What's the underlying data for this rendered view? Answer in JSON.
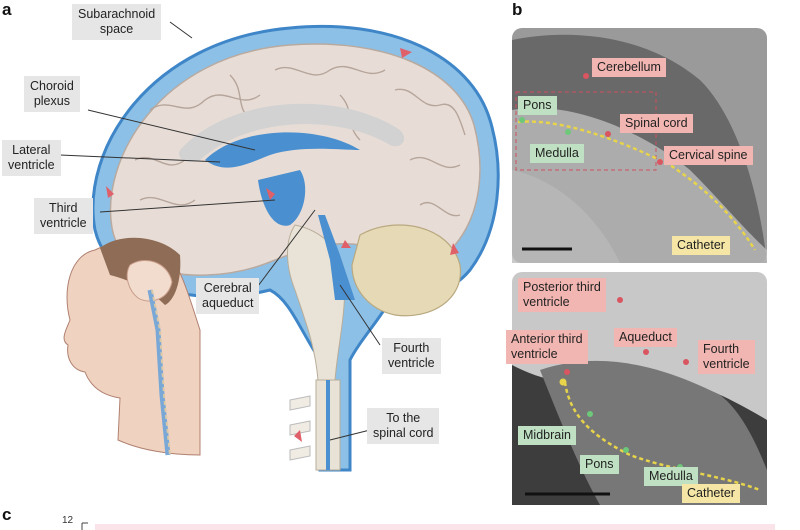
{
  "panels": {
    "a": "a",
    "b": "b",
    "c": "c"
  },
  "panel_a_labels": {
    "subarachnoid": "Subarachnoid\nspace",
    "choroid": "Choroid\nplexus",
    "lateral": "Lateral\nventricle",
    "third": "Third\nventricle",
    "cerebral_aqueduct": "Cerebral\naqueduct",
    "fourth": "Fourth\nventricle",
    "spinal_cord": "To the\nspinal cord"
  },
  "panel_b_top": {
    "cerebellum": "Cerebellum",
    "pons": "Pons",
    "spinal_cord": "Spinal cord",
    "medulla": "Medulla",
    "cervical_spine": "Cervical spine",
    "catheter": "Catheter"
  },
  "panel_b_bottom": {
    "posterior_third": "Posterior third\nventricle",
    "anterior_third": "Anterior third\nventricle",
    "aqueduct": "Aqueduct",
    "fourth": "Fourth\nventricle",
    "midbrain": "Midbrain",
    "pons": "Pons",
    "medulla": "Medulla",
    "catheter": "Catheter"
  },
  "panel_c": {
    "y_tick": "12"
  },
  "colors": {
    "csf_blue": "#7fb6e0",
    "csf_dark": "#4a8fcf",
    "brain": "#e8ddd6",
    "arrow": "#e0606a",
    "label_bg": "#e6e6e6",
    "red_tag": "#f2b6b2",
    "green_tag": "#bfe0c2",
    "yellow_tag": "#f5e6a6"
  }
}
